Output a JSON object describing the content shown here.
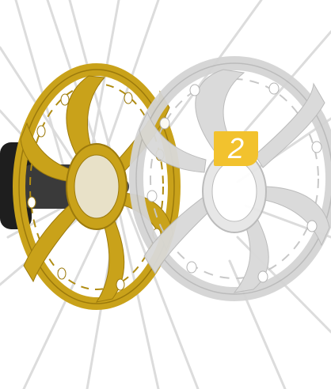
{
  "step_badge": {
    "number": "2",
    "color": "#f2c22e",
    "text_color": "#ffffff"
  },
  "colors": {
    "gold_rotor": "#c9a21a",
    "gold_rotor_dark": "#9c7a0c",
    "ghost_rotor": "#d4d4d4",
    "ghost_rotor_dark": "#b8b8b8",
    "spokes": "#dcdcdc",
    "hub": "#2a2a2a"
  },
  "illustration": {
    "subject": "brake-disc-installation-step",
    "rotors": [
      "gold-rotor-installed",
      "ghost-rotor-aligning"
    ],
    "icons": [
      "wheel-spokes",
      "hub-axle"
    ]
  }
}
